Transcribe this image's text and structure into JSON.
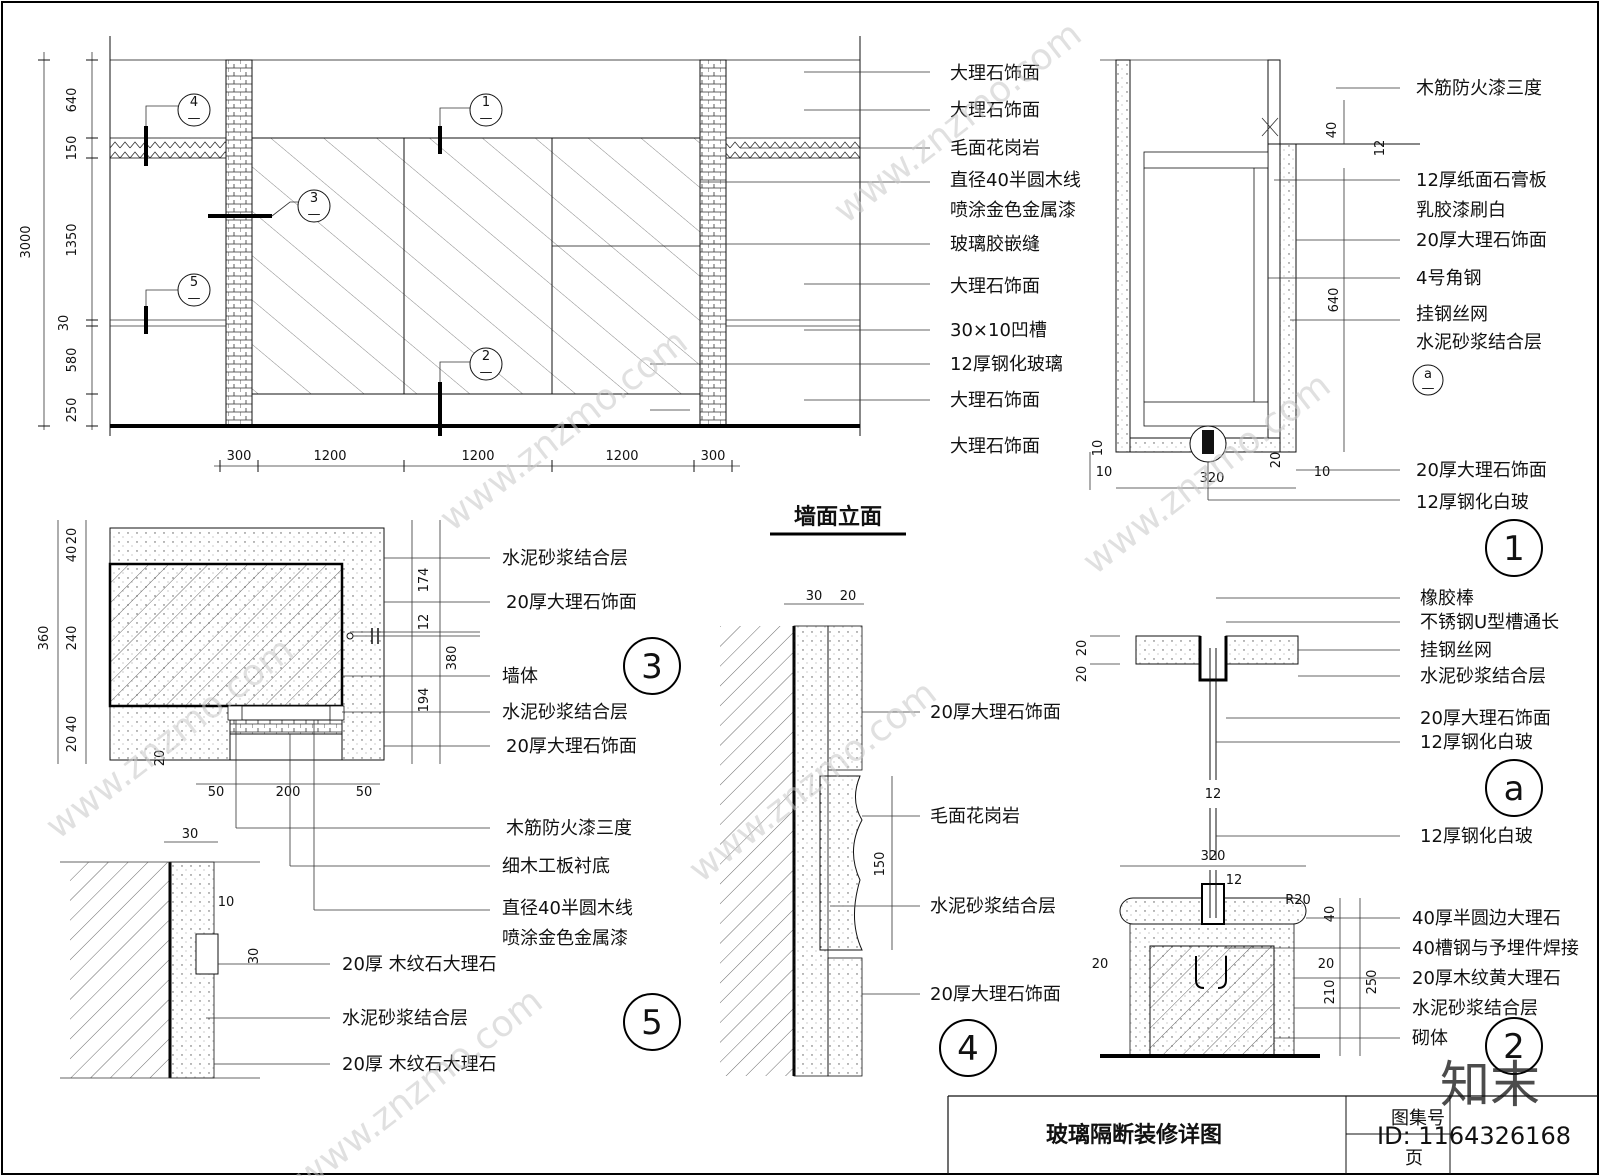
{
  "drawing": {
    "title": "玻璃隔断装修详图",
    "elevation_title": "墙面立面",
    "sheet_no_label": "图集号",
    "page_label": "页",
    "watermark_text": "www.znzmo.com",
    "brand_mark": "知末",
    "id_text": "ID: 1164326168"
  },
  "elevation": {
    "labels": [
      "大理石饰面",
      "大理石饰面",
      "毛面花岗岩",
      "直径40半圆木线",
      "喷涂金色金属漆",
      "玻璃胶嵌缝",
      "大理石饰面",
      "30×10凹槽",
      "12厚钢化玻璃",
      "大理石饰面",
      "大理石饰面"
    ],
    "vertical_dims": [
      "640",
      "150",
      "1350",
      "30",
      "580",
      "250"
    ],
    "total_height": "3000",
    "horizontal_dims": [
      "300",
      "1200",
      "1200",
      "1200",
      "300"
    ],
    "markers": [
      {
        "num": "4",
        "sub": "—"
      },
      {
        "num": "1",
        "sub": "—"
      },
      {
        "num": "3",
        "sub": "—"
      },
      {
        "num": "5",
        "sub": "—"
      },
      {
        "num": "2",
        "sub": "—"
      },
      {
        "num": "a",
        "sub": "—"
      }
    ]
  },
  "detail1": {
    "number": "1",
    "labels": [
      "木筋防火漆三度",
      "12厚纸面石膏板",
      "乳胶漆刷白",
      "20厚大理石饰面",
      "4号角钢",
      "挂钢丝网",
      "水泥砂浆结合层",
      "20厚大理石饰面",
      "12厚钢化白玻"
    ],
    "dims": [
      "40",
      "12",
      "640",
      "10",
      "10",
      "320",
      "20",
      "10"
    ]
  },
  "detail3": {
    "number": "3",
    "labels": [
      "水泥砂浆结合层",
      "20厚大理石饰面",
      "墙体",
      "水泥砂浆结合层",
      "20厚大理石饰面",
      "木筋防火漆三度",
      "细木工板衬底",
      "直径40半圆木线",
      "喷涂金色金属漆"
    ],
    "left_dims": [
      "20",
      "40",
      "240",
      "40",
      "20"
    ],
    "left_total": "360",
    "right_dims": [
      "174",
      "12",
      "194"
    ],
    "right_total": "380",
    "bottom_dims": [
      "50",
      "200",
      "50"
    ],
    "small_dim": "20"
  },
  "detailA": {
    "number": "a",
    "labels": [
      "橡胶棒",
      "不锈钢U型槽通长",
      "挂钢丝网",
      "水泥砂浆结合层",
      "20厚大理石饰面",
      "12厚钢化白玻",
      "12厚钢化白玻"
    ],
    "dims": [
      "20",
      "20",
      "12"
    ]
  },
  "detail4": {
    "number": "4",
    "labels": [
      "20厚大理石饰面",
      "毛面花岗岩",
      "水泥砂浆结合层",
      "20厚大理石饰面"
    ],
    "dims": [
      "30",
      "20",
      "150"
    ]
  },
  "detail5": {
    "number": "5",
    "labels": [
      "20厚 木纹石大理石",
      "水泥砂浆结合层",
      "20厚 木纹石大理石"
    ],
    "dims": [
      "30",
      "10",
      "30"
    ]
  },
  "detail2": {
    "number": "2",
    "labels": [
      "40厚半圆边大理石",
      "40槽钢与予埋件焊接",
      "20厚木纹黄大理石",
      "水泥砂浆结合层",
      "砌体"
    ],
    "dims": [
      "320",
      "12",
      "R20",
      "40",
      "20",
      "20",
      "250",
      "210"
    ]
  }
}
